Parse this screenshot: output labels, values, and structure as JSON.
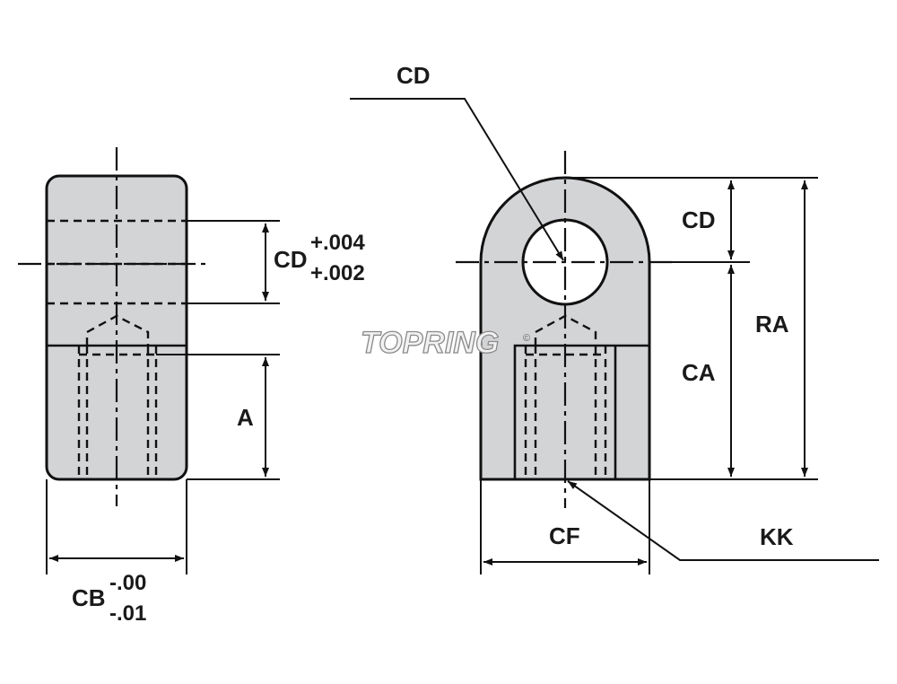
{
  "left_view": {
    "dim_cd": {
      "label": "CD",
      "tol_plus": "+.004",
      "tol_minus": "+.002"
    },
    "dim_a": {
      "label": "A"
    },
    "dim_cb": {
      "label": "CB",
      "tol_plus": "-.00",
      "tol_minus": "-.01"
    }
  },
  "right_view": {
    "callout_cd": "CD",
    "dim_cd": "CD",
    "dim_ca": "CA",
    "dim_ra": "RA",
    "dim_cf": "CF",
    "callout_kk": "KK"
  },
  "watermark": {
    "text": "TOPRING",
    "mark": "©"
  },
  "colors": {
    "body_fill": "#d3d4d6",
    "line": "#111111"
  }
}
